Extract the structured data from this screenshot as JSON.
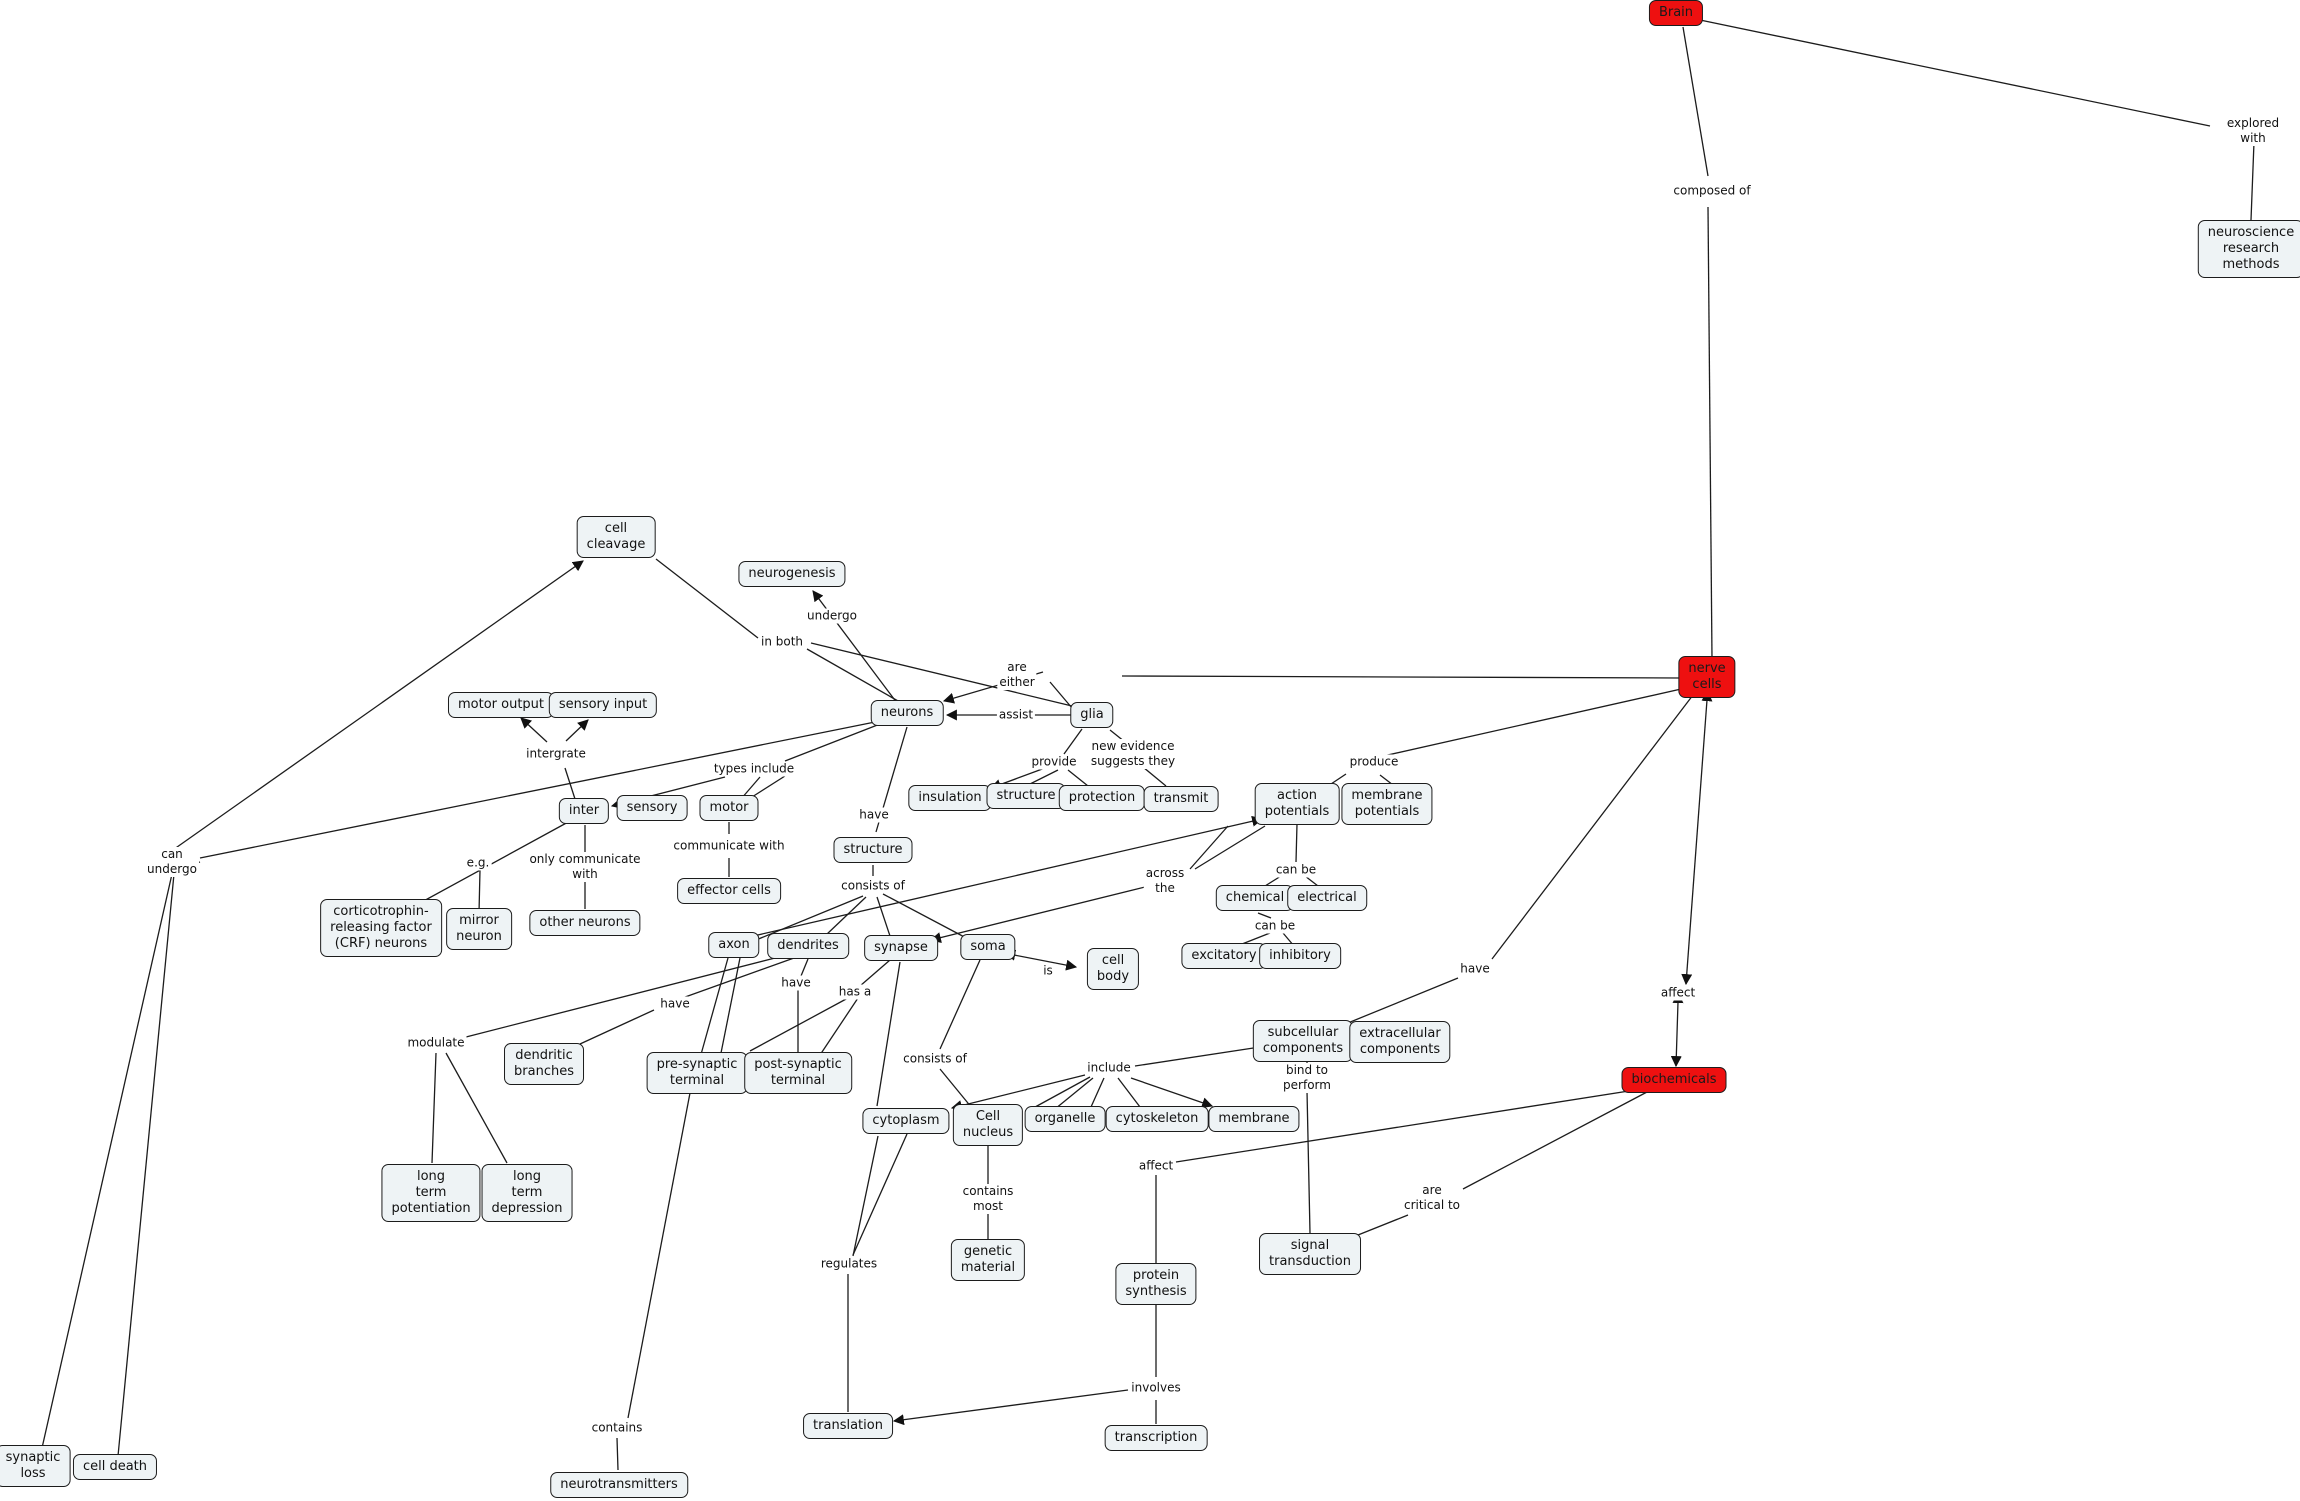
{
  "concepts": {
    "brain": "Brain",
    "neuroscience_methods": "neuroscience\nresearch\nmethods",
    "nerve_cells": "nerve\ncells",
    "cell_cleavage": "cell\ncleavage",
    "neurogenesis": "neurogenesis",
    "neurons": "neurons",
    "glia": "glia",
    "motor_output": "motor output",
    "sensory_input": "sensory input",
    "inter": "inter",
    "sensory": "sensory",
    "motor": "motor",
    "insulation": "insulation",
    "structure_glia": "structure",
    "protection": "protection",
    "transmit": "transmit",
    "action_potentials": "action\npotentials",
    "membrane_potentials": "membrane\npotentials",
    "crf_neurons": "corticotrophin-\nreleasing factor\n(CRF) neurons",
    "mirror_neuron": "mirror\nneuron",
    "other_neurons": "other neurons",
    "effector_cells": "effector cells",
    "structure_neuron": "structure",
    "axon": "axon",
    "dendrites": "dendrites",
    "synapse": "synapse",
    "soma": "soma",
    "cell_body": "cell\nbody",
    "chemical": "chemical",
    "electrical": "electrical",
    "excitatory": "excitatory",
    "inhibitory": "inhibitory",
    "dendritic_branches": "dendritic\nbranches",
    "pre_synaptic": "pre-synaptic\nterminal",
    "post_synaptic": "post-synaptic\nterminal",
    "subcellular": "subcellular\ncomponents",
    "extracellular": "extracellular\ncomponents",
    "biochemicals": "biochemicals",
    "cytoplasm": "cytoplasm",
    "cell_nucleus": "Cell\nnucleus",
    "organelle": "organelle",
    "cytoskeleton": "cytoskeleton",
    "membrane": "membrane",
    "ltp": "long\nterm\npotentiation",
    "ltd": "long\nterm\ndepression",
    "genetic_material": "genetic\nmaterial",
    "signal_transduction": "signal\ntransduction",
    "protein_synthesis": "protein\nsynthesis",
    "translation": "translation",
    "transcription": "transcription",
    "synaptic_loss": "synaptic\nloss",
    "cell_death": "cell death",
    "neurotransmitters": "neurotransmitters"
  },
  "link_labels": {
    "composed_of": "composed of",
    "explored_with": "explored with",
    "are_either": "are\neither",
    "undergo": "undergo",
    "in_both": "in both",
    "assist": "assist",
    "provide": "provide",
    "new_evidence": "new evidence\nsuggests they",
    "intergrate": "intergrate",
    "types_include": "types include",
    "produce": "produce",
    "can_undergo": "can\nundergo",
    "eg": "e.g.",
    "only_communicate": "only communicate\nwith",
    "communicate_with": "communicate with",
    "have_structure": "have",
    "consists_of_structure": "consists of",
    "across_the": "across\nthe",
    "can_be_potentials": "can be",
    "can_be_chemical": "can be",
    "is": "is",
    "have_nerve": "have",
    "affect_nerve": "affect",
    "has_a": "has a",
    "have_dendrites": "have",
    "have_axon": "have",
    "modulate": "modulate",
    "consists_of_soma": "consists of",
    "include": "include",
    "bind_to_perform": "bind to\nperform",
    "affect_bio": "affect",
    "are_critical": "are\ncritical to",
    "contains_most": "contains\nmost",
    "regulates": "regulates",
    "involves": "involves",
    "contains": "contains"
  },
  "colors": {
    "node_fill": "#eef3f5",
    "highlight_fill": "#ee1010",
    "line": "#1c1c1c"
  }
}
